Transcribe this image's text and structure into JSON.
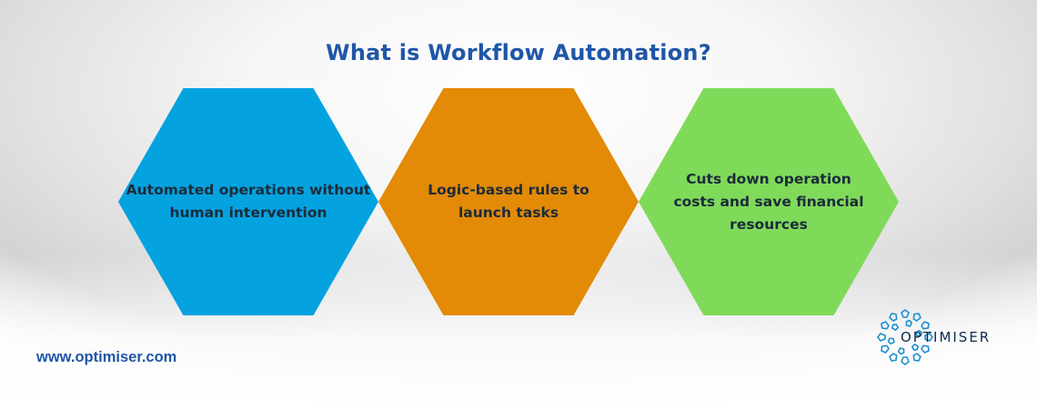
{
  "title": "What is Workflow Automation?",
  "colors": {
    "title": "#1f56a8",
    "hex_blue": "#05a2e0",
    "hex_orange": "#e38a06",
    "hex_green": "#7fda59",
    "text_dark": "#1c2b3a",
    "logo": "#1b8fd0"
  },
  "hexagons": [
    {
      "text": "Automated operations without human intervention"
    },
    {
      "text": "Logic-based rules to launch tasks"
    },
    {
      "text": "Cuts down operation costs and save financial resources"
    }
  ],
  "footer": {
    "url": "www.optimiser.com"
  },
  "logo": {
    "name": "OPTIMISER",
    "icon": "optimiser-logo-mark"
  }
}
